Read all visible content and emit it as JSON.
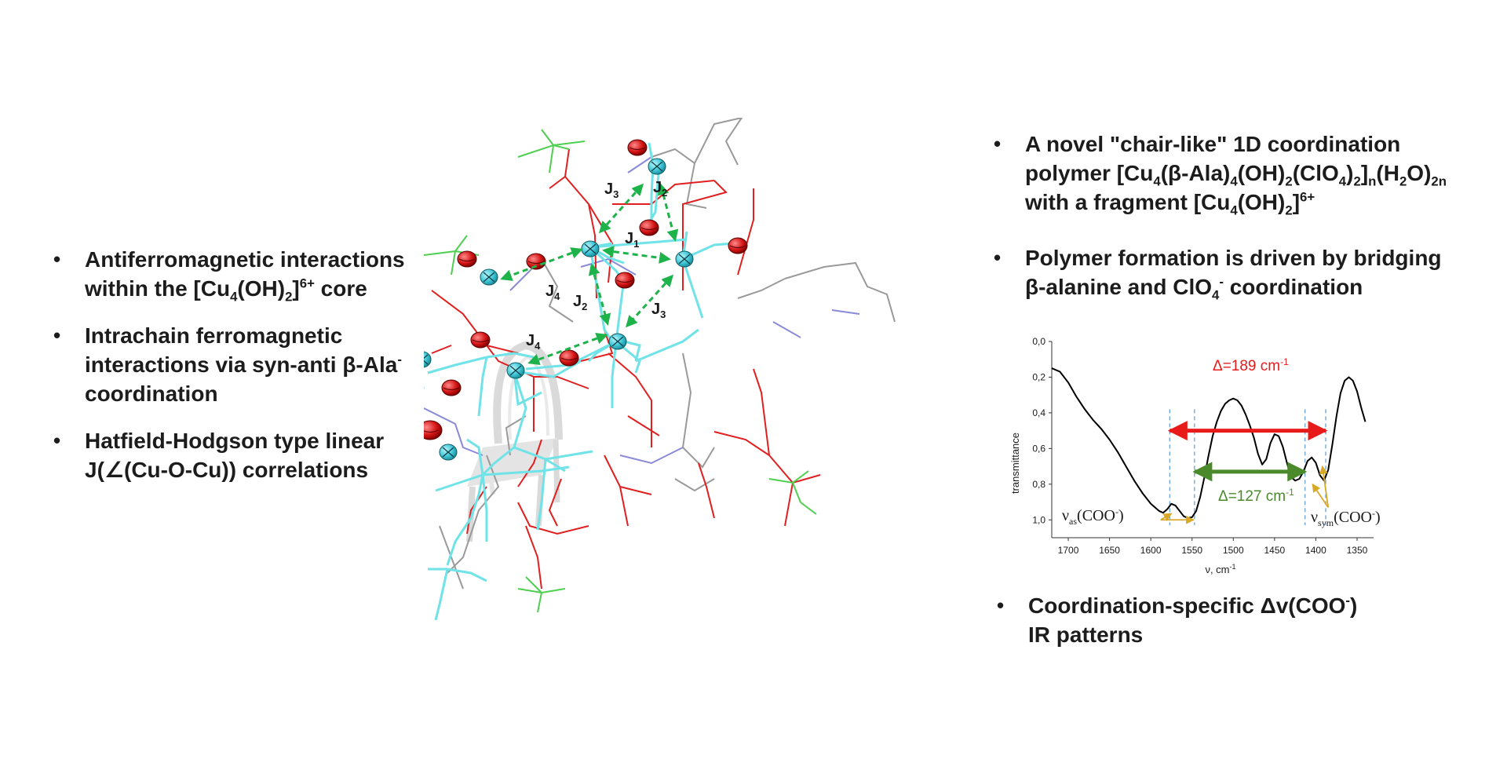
{
  "left_bullets": [
    {
      "line1": "Antiferromagnetic interactions",
      "line2_pre": "within the [Cu",
      "line2_sub1": "4",
      "line2_mid": "(OH)",
      "line2_sub2": "2",
      "line2_mid2": "]",
      "line2_sup": "6+",
      "line2_post": " core"
    },
    {
      "line1": "Intrachain ferromagnetic",
      "line2_pre": "interactions via syn-anti β-Ala",
      "line2_sup": "-",
      "line3": "coordination"
    },
    {
      "line1": "Hatfield-Hodgson type linear",
      "line2": "J(∠(Cu-O-Cu)) correlations"
    }
  ],
  "right_bullets": {
    "b1": {
      "line1": "A novel \"chair-like\" 1D coordination",
      "l2a": "polymer [Cu",
      "l2b": "4",
      "l2c": "(β-Ala)",
      "l2d": "4",
      "l2e": "(OH)",
      "l2f": "2",
      "l2g": "(ClO",
      "l2h": "4",
      "l2i": ")",
      "l2j": "2",
      "l2k": "]",
      "l2l": "n",
      "l2m": "(H",
      "l2n": "2",
      "l2o": "O)",
      "l2p": "2n",
      "l3a": "with a fragment [Cu",
      "l3b": "4",
      "l3c": "(OH)",
      "l3d": "2",
      "l3e": "]",
      "l3f": "6+"
    },
    "b2": {
      "line1": "Polymer formation is driven by bridging",
      "l2a": "β-alanine and ClO",
      "l2b": "4",
      "l2c": "-",
      "l2d": " coordination"
    },
    "b3": {
      "l1a": "Coordination-specific Δv(COO",
      "l1b": "-",
      "l1c": ")",
      "line2": "IR patterns"
    }
  },
  "structure_labels": {
    "j3_top": "J",
    "j3_top_sub": "3",
    "j2_top": "J",
    "j2_top_sub": "2",
    "j1": "J",
    "j1_sub": "1",
    "j4_top": "J",
    "j4_top_sub": "4",
    "j2_mid": "J",
    "j2_mid_sub": "2",
    "j3_mid": "J",
    "j3_mid_sub": "3",
    "j4_bottom": "J",
    "j4_bottom_sub": "4"
  },
  "colors": {
    "copper": "#3fc6d6",
    "oxygen": "#d41414",
    "bond_cu": "#6fe3e8",
    "bond_o": "#e02020",
    "bond_c": "#9a9a9a",
    "bond_n": "#8a8ad8",
    "chlorine": "#4fcf4f",
    "exchange_arrow": "#1db34a",
    "ir_line": "#000000",
    "delta_red": "#e81b1b",
    "delta_green": "#4a8a2a",
    "guide": "#5b9bd5",
    "annot_arrow": "#d9a826"
  },
  "chart_data": {
    "type": "line",
    "title": "",
    "xlabel": "ν, cm",
    "xlabel_sup": "-1",
    "ylabel": "transmittance",
    "xlim": [
      1720,
      1330
    ],
    "ylim": [
      0.0,
      1.1
    ],
    "y_inverted": true,
    "x_ticks": [
      1700,
      1650,
      1600,
      1550,
      1500,
      1450,
      1400,
      1350
    ],
    "y_ticks": [
      0.0,
      0.2,
      0.4,
      0.6,
      0.8,
      1.0
    ],
    "y_tick_labels": [
      "0,0",
      "0,2",
      "0,4",
      "0,6",
      "0,8",
      "1,0"
    ],
    "series": [
      {
        "x": [
          1720,
          1710,
          1700,
          1690,
          1680,
          1670,
          1660,
          1650,
          1640,
          1630,
          1620,
          1610,
          1600,
          1590,
          1585,
          1580,
          1575,
          1570,
          1565,
          1560,
          1555,
          1550,
          1545,
          1540,
          1535,
          1530,
          1525,
          1520,
          1515,
          1510,
          1505,
          1500,
          1495,
          1490,
          1485,
          1480,
          1475,
          1470,
          1465,
          1460,
          1455,
          1450,
          1445,
          1440,
          1435,
          1430,
          1425,
          1420,
          1415,
          1410,
          1405,
          1400,
          1395,
          1390,
          1385,
          1380,
          1375,
          1370,
          1365,
          1360,
          1355,
          1350,
          1345,
          1340
        ],
        "y": [
          0.15,
          0.17,
          0.23,
          0.31,
          0.38,
          0.44,
          0.49,
          0.55,
          0.62,
          0.7,
          0.78,
          0.85,
          0.91,
          0.95,
          0.96,
          0.94,
          0.91,
          0.92,
          0.95,
          0.98,
          0.99,
          0.985,
          0.95,
          0.87,
          0.76,
          0.64,
          0.53,
          0.45,
          0.39,
          0.35,
          0.33,
          0.32,
          0.33,
          0.36,
          0.41,
          0.47,
          0.54,
          0.63,
          0.69,
          0.66,
          0.57,
          0.52,
          0.53,
          0.59,
          0.68,
          0.76,
          0.78,
          0.77,
          0.73,
          0.67,
          0.65,
          0.68,
          0.75,
          0.78,
          0.72,
          0.58,
          0.42,
          0.29,
          0.22,
          0.2,
          0.22,
          0.28,
          0.37,
          0.45
        ]
      }
    ],
    "guides_x": [
      1577,
      1547,
      1413,
      1388
    ],
    "annotations": [
      {
        "label": "Δ=189 cm",
        "sup": "-1",
        "x1": 1577,
        "x2": 1388,
        "y": 0.5,
        "color": "red"
      },
      {
        "label": "Δ=127 cm",
        "sup": "-1",
        "x1": 1547,
        "x2": 1413,
        "y": 0.73,
        "color": "green"
      },
      {
        "label": "ν",
        "sub": "as",
        "rest": "(COO",
        "rest_sup": "-",
        "rest_end": ")"
      },
      {
        "label": "ν",
        "sub": "sym",
        "rest": "(COO",
        "rest_sup": "-",
        "rest_end": ")"
      }
    ]
  }
}
